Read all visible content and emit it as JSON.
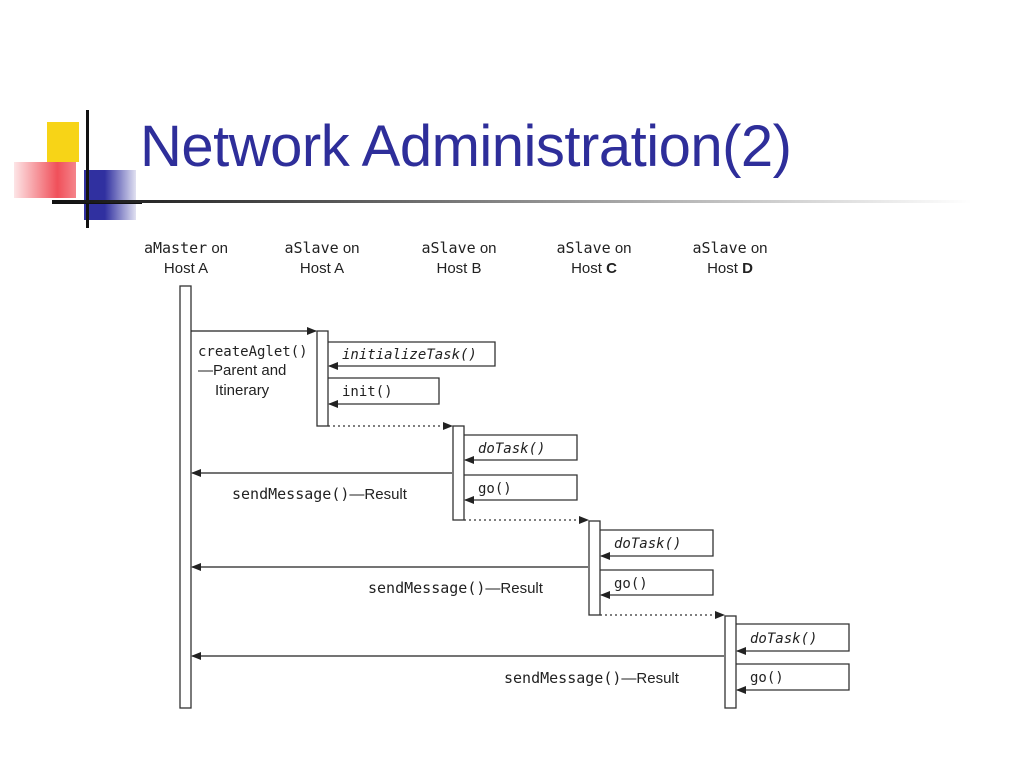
{
  "slide": {
    "title": "Network Administration(2)"
  },
  "colors": {
    "title": "#2e2e9a",
    "deco_yellow": "#f7d417",
    "deco_red": "#f0505a",
    "deco_blue": "#3030a0"
  },
  "diagram": {
    "participants": [
      {
        "name": "aMaster",
        "suffix": " on",
        "host": "Host ",
        "host_id": "A"
      },
      {
        "name": "aSlave",
        "suffix": " on",
        "host": "Host ",
        "host_id": "A"
      },
      {
        "name": "aSlave",
        "suffix": " on",
        "host": "Host ",
        "host_id": "B"
      },
      {
        "name": "aSlave",
        "suffix": " on",
        "host": "Host ",
        "host_id": "C"
      },
      {
        "name": "aSlave",
        "suffix": " on",
        "host": "Host ",
        "host_id": "D"
      }
    ],
    "messages": {
      "create_code": "createAglet()",
      "create_line2": "—Parent and",
      "create_line3": "Itinerary",
      "initialize": "initializeTask()",
      "init": "init()",
      "dotask": "doTask()",
      "go": "go()",
      "send_code": "sendMessage()",
      "send_suffix": "—Result"
    }
  }
}
